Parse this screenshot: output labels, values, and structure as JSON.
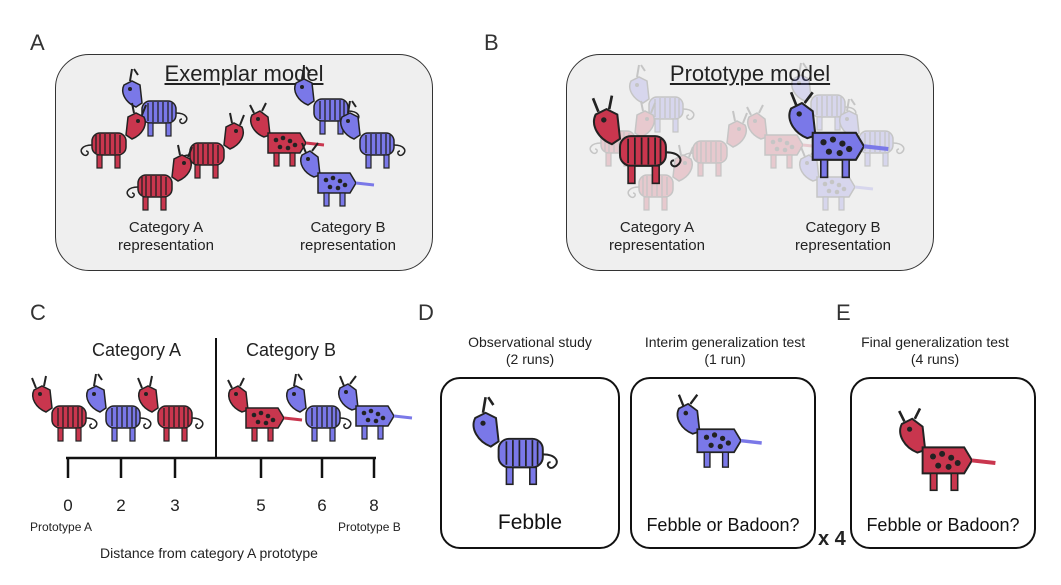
{
  "panels": {
    "a": {
      "label": "A",
      "title": "Exemplar model",
      "cat_a_1": "Category A",
      "cat_a_2": "representation",
      "cat_b_1": "Category B",
      "cat_b_2": "representation"
    },
    "b": {
      "label": "B",
      "title": "Prototype model",
      "cat_a_1": "Category A",
      "cat_a_2": "representation",
      "cat_b_1": "Category B",
      "cat_b_2": "representation"
    },
    "c": {
      "label": "C",
      "cat_a": "Category A",
      "cat_b": "Category B",
      "ticks": [
        "0",
        "2",
        "3",
        "5",
        "6",
        "8"
      ],
      "proto_a": "Prototype A",
      "proto_b": "Prototype B",
      "axis": "Distance from category A prototype"
    },
    "d": {
      "label": "D",
      "obs_1": "Observational study",
      "obs_2": "(2 runs)",
      "interim_1": "Interim generalization test",
      "interim_2": "(1 run)",
      "febble": "Febble",
      "question": "Febble or Badoon?",
      "repeat": "x 4"
    },
    "e": {
      "label": "E",
      "final_1": "Final generalization test",
      "final_2": "(4 runs)",
      "question": "Febble or Badoon?"
    }
  },
  "colors": {
    "category_a": "#c9364e",
    "category_b": "#7a78e8",
    "outline": "#222222"
  }
}
